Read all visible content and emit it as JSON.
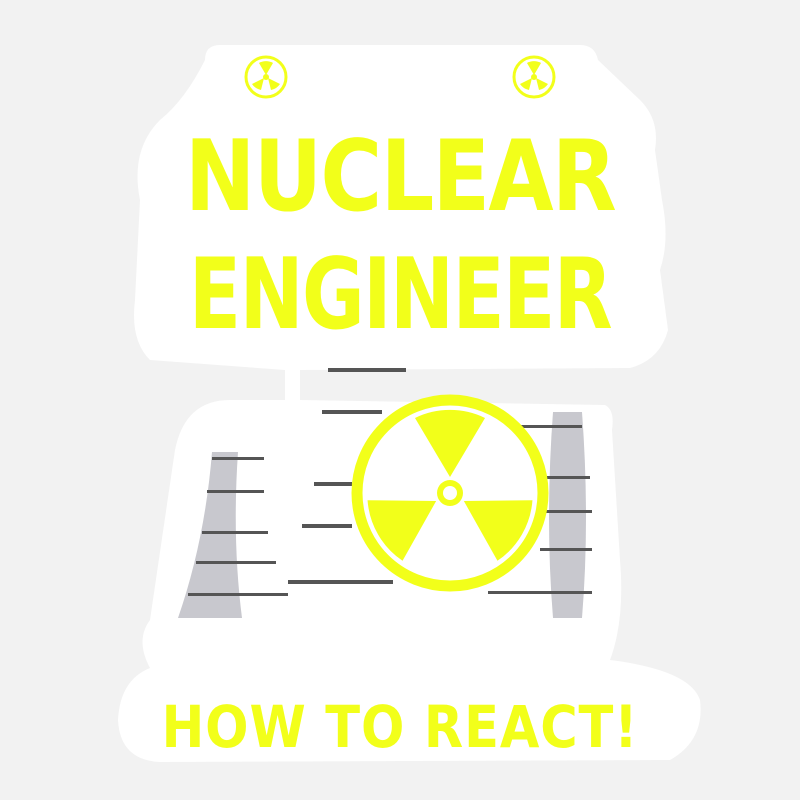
{
  "sticker": {
    "title_line_1": "NUCLEAR",
    "title_line_2": "ENGINEER",
    "tagline": "HOW TO REACT!"
  },
  "colors": {
    "accent": "#f2ff1a",
    "sticker_background": "#ffffff",
    "page_background": "#f2f2f2",
    "tower_fill": "#c8c8ce",
    "stripe": "#555555"
  },
  "icons": [
    "radiation-icon",
    "radiation-small-icon-left",
    "radiation-small-icon-right",
    "cooling-tower-left",
    "cooling-tower-right"
  ]
}
